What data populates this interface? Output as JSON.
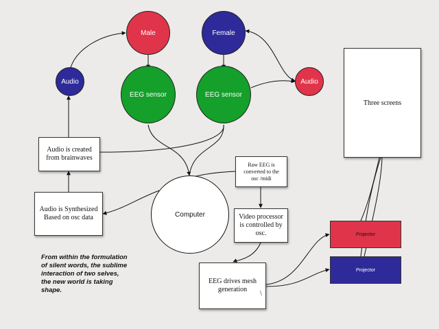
{
  "colors": {
    "red": "#e0344a",
    "blue": "#2e2a9a",
    "green": "#14a02a",
    "projector_red": "#e0344a",
    "projector_blue": "#2e2a9a"
  },
  "nodes": {
    "male": "Male",
    "female": "Female",
    "audio_left": "Audio",
    "audio_right": "Audio",
    "eeg_left": "EEG sensor",
    "eeg_right": "EEG sensor",
    "computer": "Computer",
    "audio_created": "Audio is created from brainwaves",
    "audio_synth": "Audio is Synthesized Based on osc data",
    "raw_eeg": "Raw EEG is converted to the osc /midi",
    "video_proc": "Video processor is controlled by osc.",
    "eeg_mesh": "EEG drives mesh generation",
    "mesh_mark": "\\",
    "three_screens": "Three screens",
    "projector_top": "Projector",
    "projector_bottom": "Projector"
  },
  "caption": "From within the formulation of silent words, the sublime interaction of two selves, the new world is taking shape."
}
